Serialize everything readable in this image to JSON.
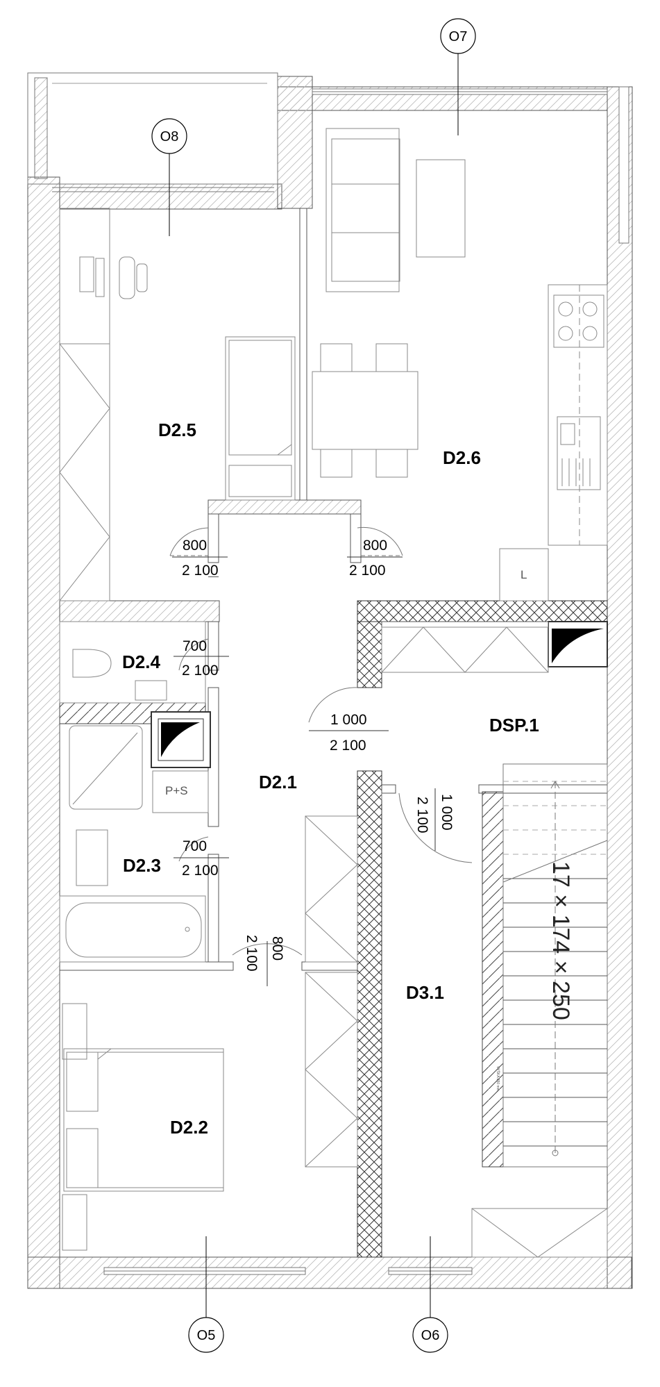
{
  "rooms": {
    "d25": "D2.5",
    "d26": "D2.6",
    "d24": "D2.4",
    "d23": "D2.3",
    "d21": "D2.1",
    "d22": "D2.2",
    "dsp1": "DSP.1",
    "d31": "D3.1"
  },
  "axes": {
    "o5": "O5",
    "o6": "O6",
    "o7": "O7",
    "o8": "O8"
  },
  "doors": {
    "d25": {
      "width": "800",
      "height": "2 100"
    },
    "d26": {
      "width": "800",
      "height": "2 100"
    },
    "d24": {
      "width": "700",
      "height": "2 100"
    },
    "d23": {
      "width": "700",
      "height": "2 100"
    },
    "dsp1": {
      "width": "1 000",
      "height": "2 100"
    },
    "d31": {
      "width": "1 000",
      "height": "2 100"
    },
    "d22": {
      "width": "800",
      "height": "2 100"
    }
  },
  "fixtures": {
    "ps": "P+S",
    "fridge": "L"
  },
  "stair": {
    "label": "17 × 174 × 250",
    "note": "VÝŠKA 250 mm"
  }
}
